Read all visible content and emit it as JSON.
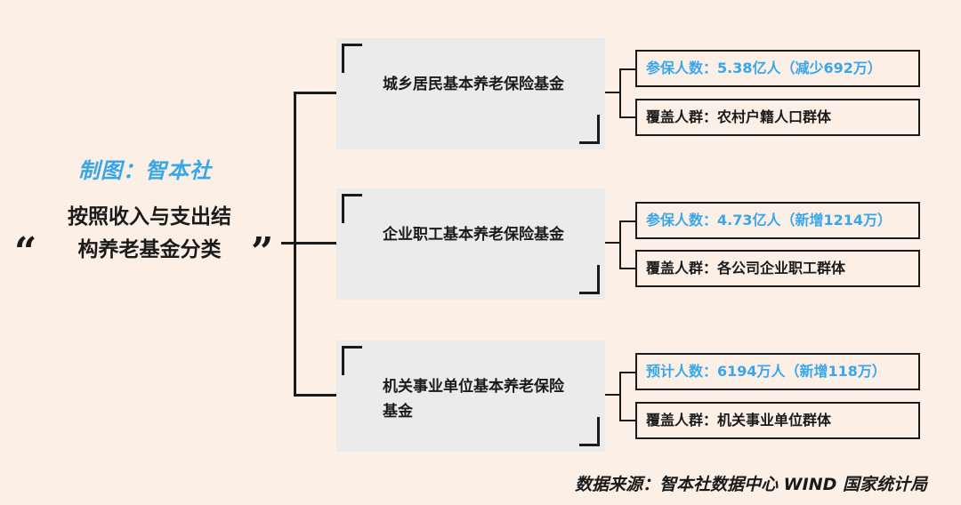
{
  "credit": "制图：智本社",
  "main_title": "按照收入与支出结构养老基金分类",
  "quote_open": "“",
  "quote_close": "”",
  "categories": [
    {
      "label": "城乡居民基本养老保险基金",
      "participants": "参保人数：5.38亿人（减少692万）",
      "coverage": "覆盖人群：农村户籍人口群体"
    },
    {
      "label": "企业职工基本养老保险基金",
      "participants": "参保人数：4.73亿人（新增1214万）",
      "coverage": "覆盖人群：各公司企业职工群体"
    },
    {
      "label": "机关事业单位基本养老保险基金",
      "participants": "预计人数：6194万人（新增118万）",
      "coverage": "覆盖人群：机关事业单位群体"
    }
  ],
  "source": "数据来源：智本社数据中心 WIND 国家统计局",
  "colors": {
    "background": "#fcefe6",
    "accent_blue": "#3aa6ea",
    "box_gray": "#ebebeb",
    "line_dark": "#1a1a1a"
  }
}
